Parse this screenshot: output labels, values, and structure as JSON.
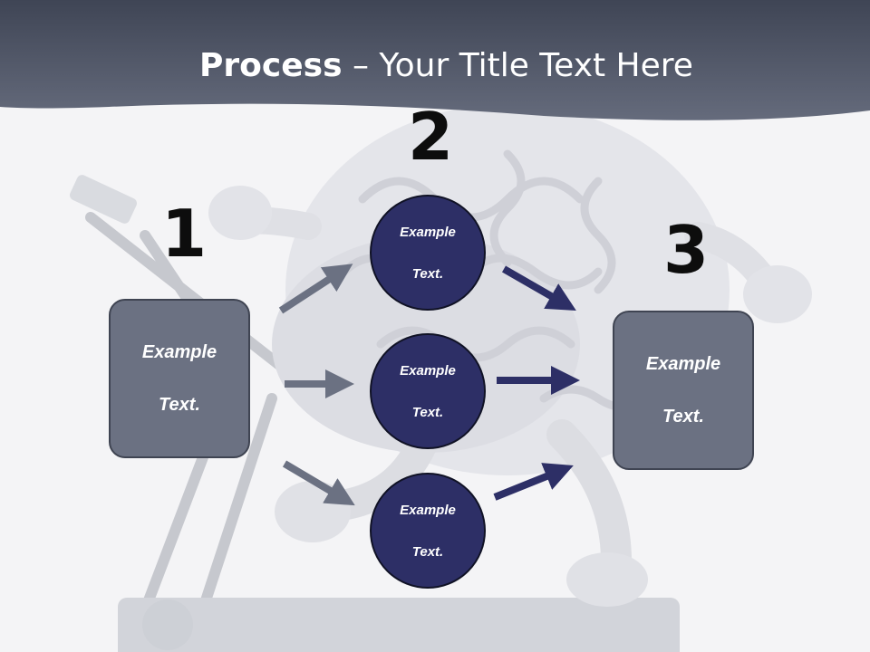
{
  "title": {
    "bold": "Process",
    "rest": " – Your Title Text Here"
  },
  "steps": [
    {
      "number": "1"
    },
    {
      "number": "2"
    },
    {
      "number": "3"
    }
  ],
  "left_box": {
    "line1": "Example",
    "line2": "Text."
  },
  "right_box": {
    "line1": "Example",
    "line2": "Text."
  },
  "circles": [
    {
      "line1": "Example",
      "line2": "Text."
    },
    {
      "line1": "Example",
      "line2": "Text."
    },
    {
      "line1": "Example",
      "line2": "Text."
    }
  ],
  "colors": {
    "header": "#4a5061",
    "box": "#6b7182",
    "circle": "#2d2f66",
    "arrow_in": "#6b7182",
    "arrow_out": "#2d2f66"
  },
  "icons": {
    "background": "brain-on-treadmill-illustration"
  }
}
